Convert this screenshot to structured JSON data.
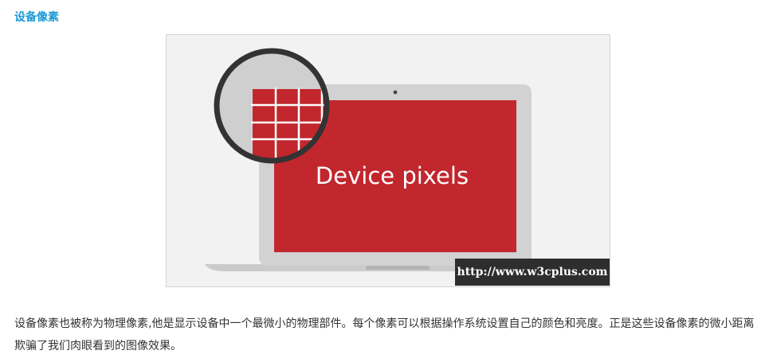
{
  "section": {
    "title": "设备像素"
  },
  "figure": {
    "screen_text": "Device pixels",
    "watermark": "http://www.w3cplus.com",
    "colors": {
      "background": "#f2f2f2",
      "laptop_frame": "#d2d2d2",
      "laptop_base": "#cbcbcb",
      "screen": "#c1272d",
      "magnifier_ring": "#333333",
      "grid_lines": "#ffffff"
    },
    "icons": [
      "laptop-illustration",
      "magnifier-icon"
    ]
  },
  "body": {
    "paragraph": "设备像素也被称为物理像素,他是显示设备中一个最微小的物理部件。每个像素可以根据操作系统设置自己的颜色和亮度。正是这些设备像素的微小距离欺骗了我们肉眼看到的图像效果。"
  }
}
